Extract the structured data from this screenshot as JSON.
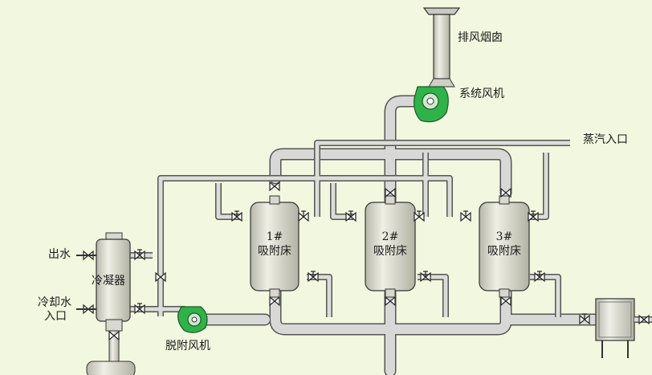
{
  "labels": {
    "chimney": "排风烟囱",
    "system_fan": "系统风机",
    "steam_inlet": "蒸汽入口",
    "outlet_water": "出水",
    "condenser": "冷凝器",
    "cooling_water_line1": "冷却水",
    "cooling_water_line2": "入口",
    "desorption_fan": "脱附风机"
  },
  "beds": [
    {
      "number": "1#",
      "name": "吸附床"
    },
    {
      "number": "2#",
      "name": "吸附床"
    },
    {
      "number": "3#",
      "name": "吸附床"
    }
  ],
  "colors": {
    "background": "#f2f7df",
    "pipe_fill": "#d4d4d0",
    "vessel_fill": "#dcdccf",
    "fan_green": "#2fb24a",
    "outline": "#333333"
  }
}
